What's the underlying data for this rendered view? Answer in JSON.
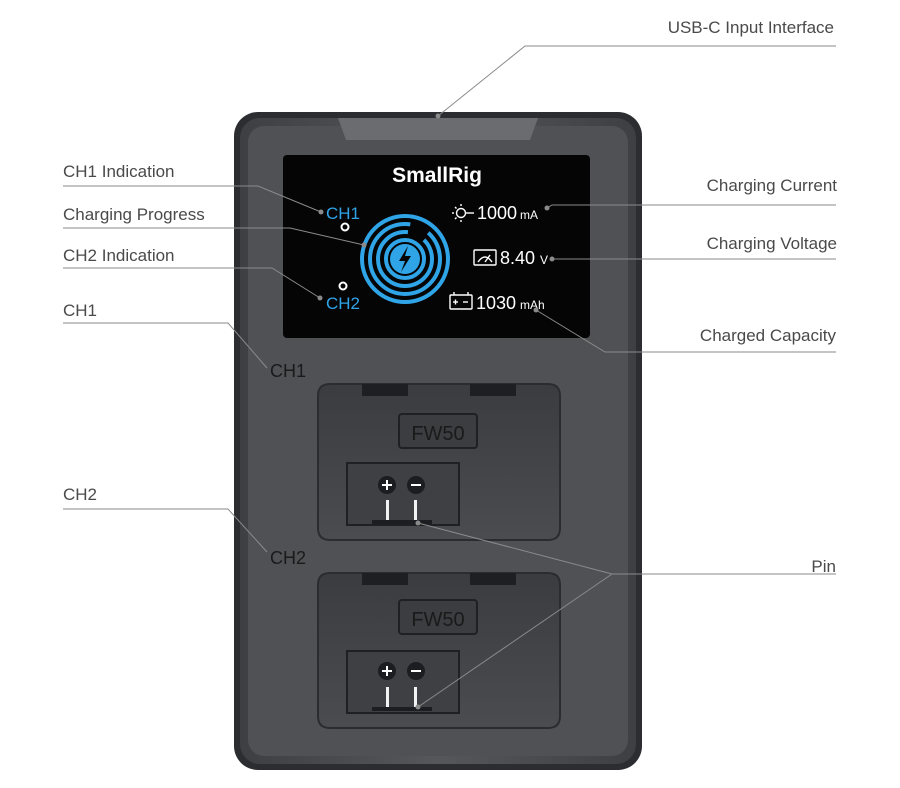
{
  "device": {
    "brand": "SmallRig",
    "screen": {
      "ch1_label": "CH1",
      "ch2_label": "CH2",
      "current_value": "1000",
      "current_unit": "mA",
      "voltage_value": "8.40",
      "voltage_unit": "V",
      "capacity_value": "1030",
      "capacity_unit": "mAh"
    },
    "slot_labels": {
      "ch1": "CH1",
      "ch2": "CH2"
    },
    "battery_model": "FW50"
  },
  "callouts": {
    "usb_c": "USB-C Input Interface",
    "ch1_indication": "CH1 Indication",
    "charging_progress": "Charging Progress",
    "ch2_indication": "CH2 Indication",
    "ch1": "CH1",
    "ch2": "CH2",
    "charging_current": "Charging Current",
    "charging_voltage": "Charging Voltage",
    "charged_capacity": "Charged Capacity",
    "pin": "Pin"
  },
  "colors": {
    "body": "#4e5054",
    "body_edge": "#2a2b2e",
    "screen": "#050505",
    "screen_accent": "#2fa4e7",
    "line": "#8a8a8a",
    "text": "#4a4a4a"
  }
}
